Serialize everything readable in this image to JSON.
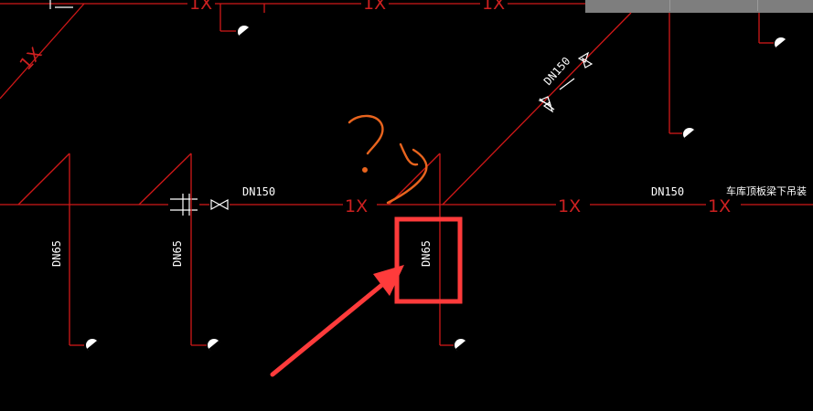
{
  "labels": {
    "main_dn150_left": "DN150",
    "main_dn150_right": "DN150",
    "branch_dn150": "DN150",
    "branch_dn65_a": "DN65",
    "branch_dn65_b": "DN65",
    "branch_dn65_c": "DN65",
    "ceiling_note": "车库顶板梁下吊装",
    "pipe_tag": "1X",
    "annotation_handwriting": "?y"
  },
  "colors": {
    "background": "#000000",
    "pipe": "#d01818",
    "symbol": "#ffffff",
    "highlight_box": "#ff3b3b",
    "arrow": "#ff3b3b",
    "handwriting": "#e8641e",
    "toolbar": "#808080"
  },
  "icons": {
    "sprinkler": "sprinkler-head-icon",
    "gate_valve": "gate-valve-icon",
    "flange": "flange-joint-icon"
  }
}
